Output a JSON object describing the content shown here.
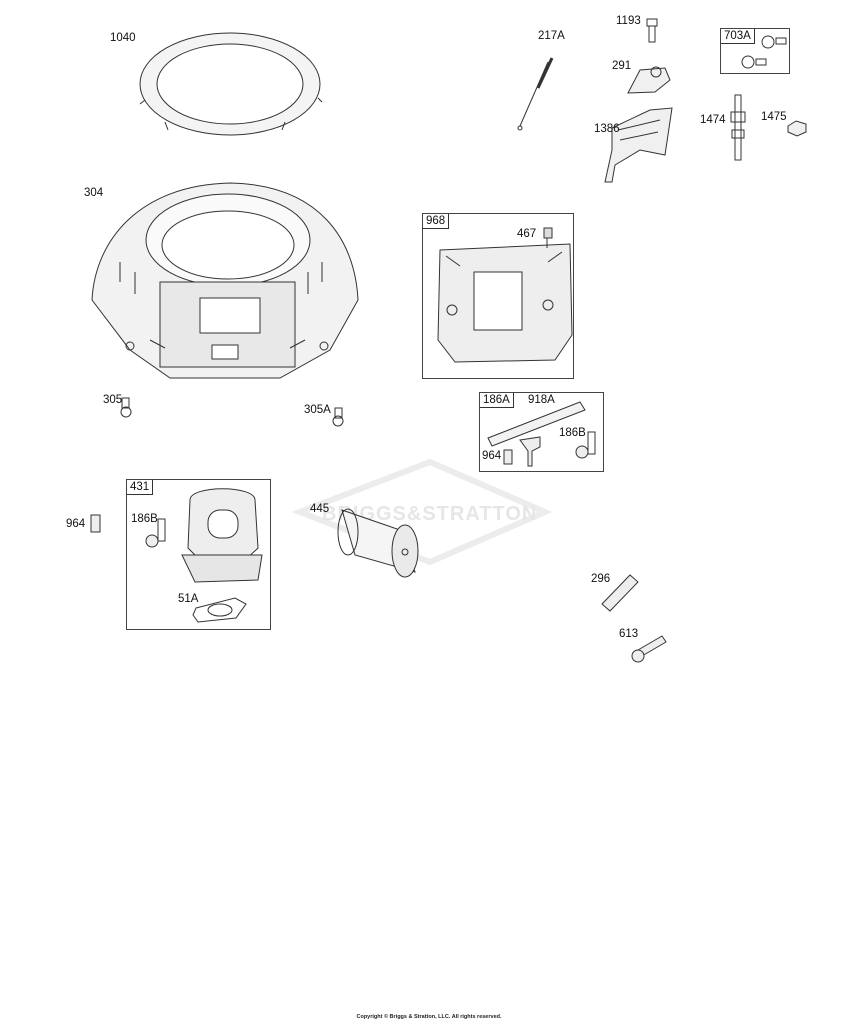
{
  "watermark": "BRIGGS&STRATTON",
  "footer": "Copyright © Briggs & Stratton, LLC. All rights reserved.",
  "parts": {
    "p1040": "1040",
    "p304": "304",
    "p305": "305",
    "p305A": "305A",
    "p217A": "217A",
    "p1193": "1193",
    "p291": "291",
    "p1386": "1386",
    "p1474": "1474",
    "p1475": "1475",
    "p467": "467",
    "p964_left": "964",
    "p186B_kit431": "186B",
    "p51A": "51A",
    "p445": "445",
    "p918A": "918A",
    "p186B_kit186A": "186B",
    "p964_kit186A": "964",
    "p296": "296",
    "p613": "613"
  },
  "kits": {
    "k703A": "703A",
    "k968": "968",
    "k186A": "186A",
    "k431": "431"
  }
}
